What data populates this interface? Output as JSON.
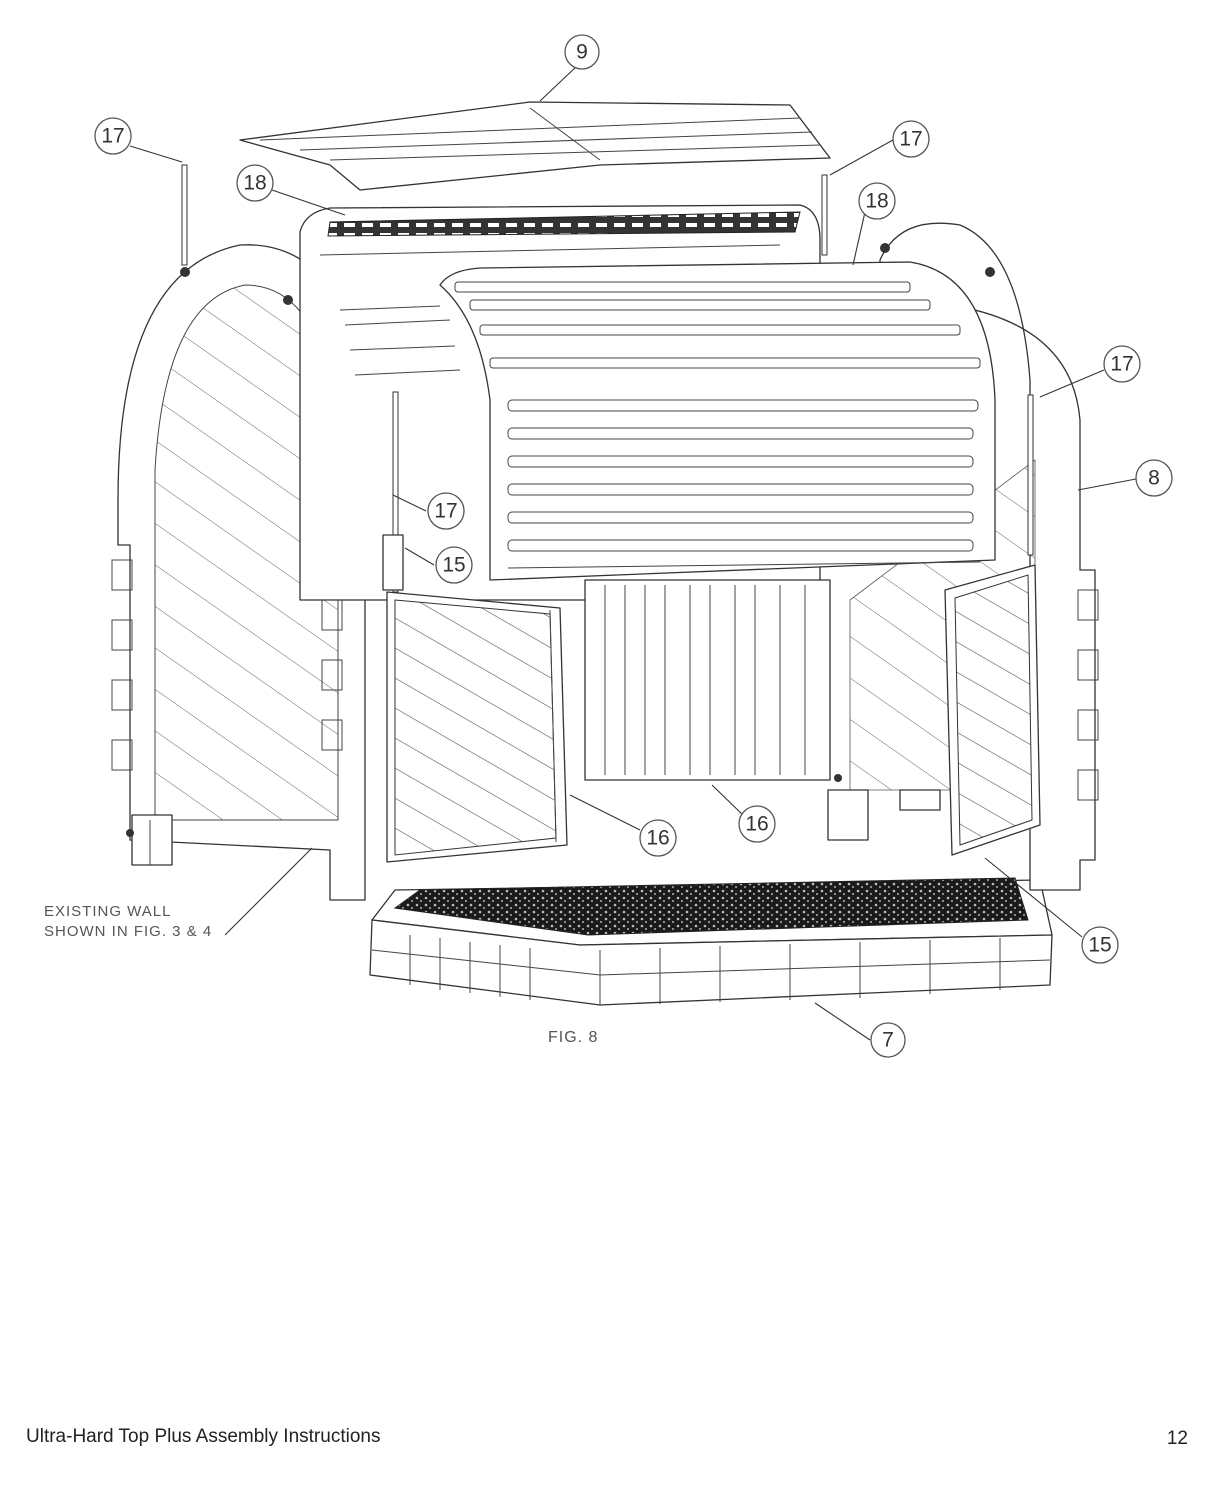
{
  "figure": {
    "label": "FIG. 8",
    "note_lines": [
      "EXISTING WALL",
      "SHOWN IN FIG. 3 & 4"
    ],
    "callouts": [
      {
        "id": "c9",
        "label": "9"
      },
      {
        "id": "c17a",
        "label": "17"
      },
      {
        "id": "c17b",
        "label": "17"
      },
      {
        "id": "c18a",
        "label": "18"
      },
      {
        "id": "c18b",
        "label": "18"
      },
      {
        "id": "c17c",
        "label": "17"
      },
      {
        "id": "c8",
        "label": "8"
      },
      {
        "id": "c17d",
        "label": "17"
      },
      {
        "id": "c15a",
        "label": "15"
      },
      {
        "id": "c16a",
        "label": "16"
      },
      {
        "id": "c16b",
        "label": "16"
      },
      {
        "id": "c15b",
        "label": "15"
      },
      {
        "id": "c7",
        "label": "7"
      }
    ]
  },
  "footer": {
    "title": "Ultra-Hard Top Plus Assembly Instructions",
    "page_number": "12"
  }
}
